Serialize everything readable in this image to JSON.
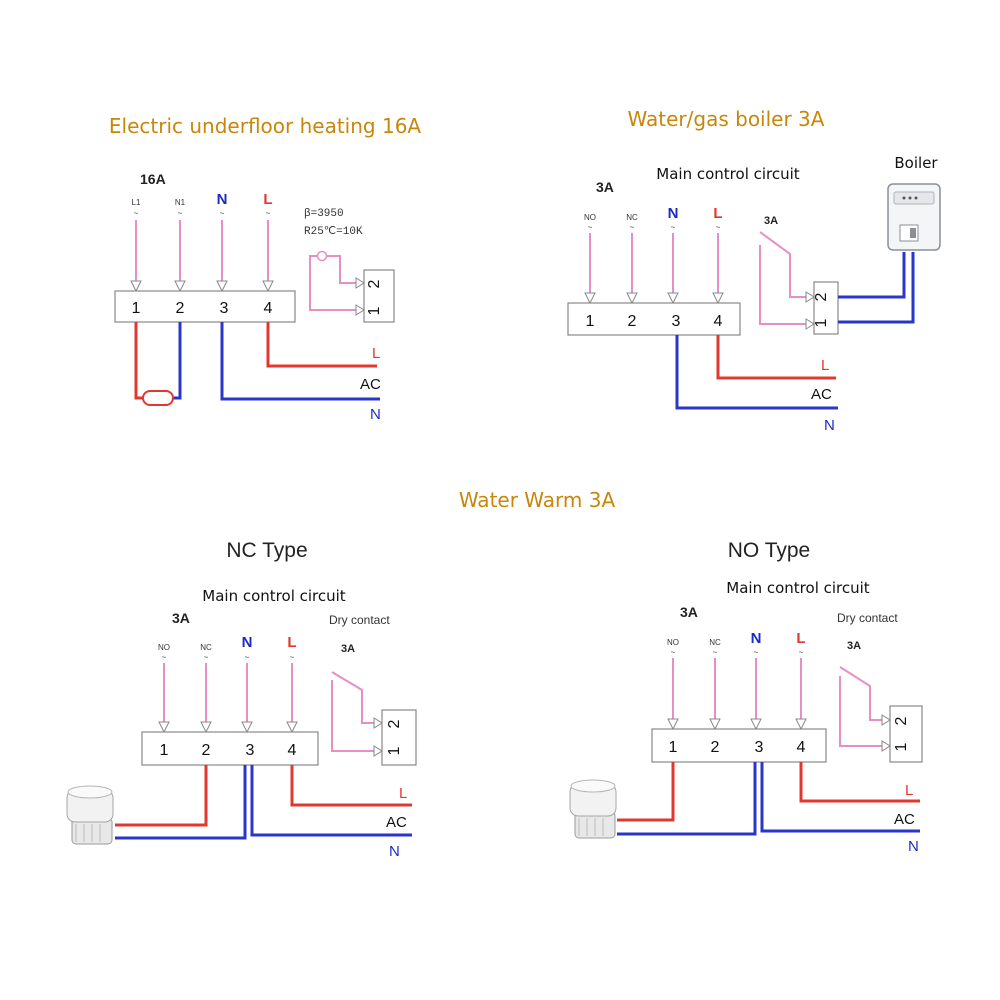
{
  "titles": {
    "floor": "Electric underfloor heating 16A",
    "boiler": "Water/gas boiler 3A",
    "warm": "Water Warm 3A"
  },
  "floor_panel": {
    "rating": "16A",
    "terminals": [
      "1",
      "2",
      "3",
      "4"
    ],
    "pins": [
      "L1",
      "N1",
      "N",
      "L"
    ],
    "sensor_spec": [
      "β=3950",
      "R25℃=10K"
    ],
    "sensor_terminals": [
      "2",
      "1"
    ],
    "ac": "AC",
    "L": "L",
    "N": "N"
  },
  "boiler_panel": {
    "rating": "3A",
    "caption": "Main control circuit",
    "boiler_label": "Boiler",
    "relay_rating": "3A",
    "terminals": [
      "1",
      "2",
      "3",
      "4"
    ],
    "pins": [
      "NO",
      "NC",
      "N",
      "L"
    ],
    "relay_terminals": [
      "2",
      "1"
    ],
    "ac": "AC",
    "L": "L",
    "N": "N"
  },
  "nc_panel": {
    "type_label": "NC Type",
    "caption": "Main control circuit",
    "rating": "3A",
    "dry_contact": "Dry contact",
    "relay_rating": "3A",
    "terminals": [
      "1",
      "2",
      "3",
      "4"
    ],
    "pins": [
      "NO",
      "NC",
      "N",
      "L"
    ],
    "relay_terminals": [
      "2",
      "1"
    ],
    "ac": "AC",
    "L": "L",
    "N": "N"
  },
  "no_panel": {
    "type_label": "NO Type",
    "caption": "Main control circuit",
    "rating": "3A",
    "dry_contact": "Dry contact",
    "relay_rating": "3A",
    "terminals": [
      "1",
      "2",
      "3",
      "4"
    ],
    "pins": [
      "NO",
      "NC",
      "N",
      "L"
    ],
    "relay_terminals": [
      "2",
      "1"
    ],
    "ac": "AC",
    "L": "L",
    "N": "N"
  },
  "colors": {
    "title": "#c8860a",
    "live": "#e0382f",
    "neutral": "#2a36c8",
    "signal": "#e58fc4"
  }
}
